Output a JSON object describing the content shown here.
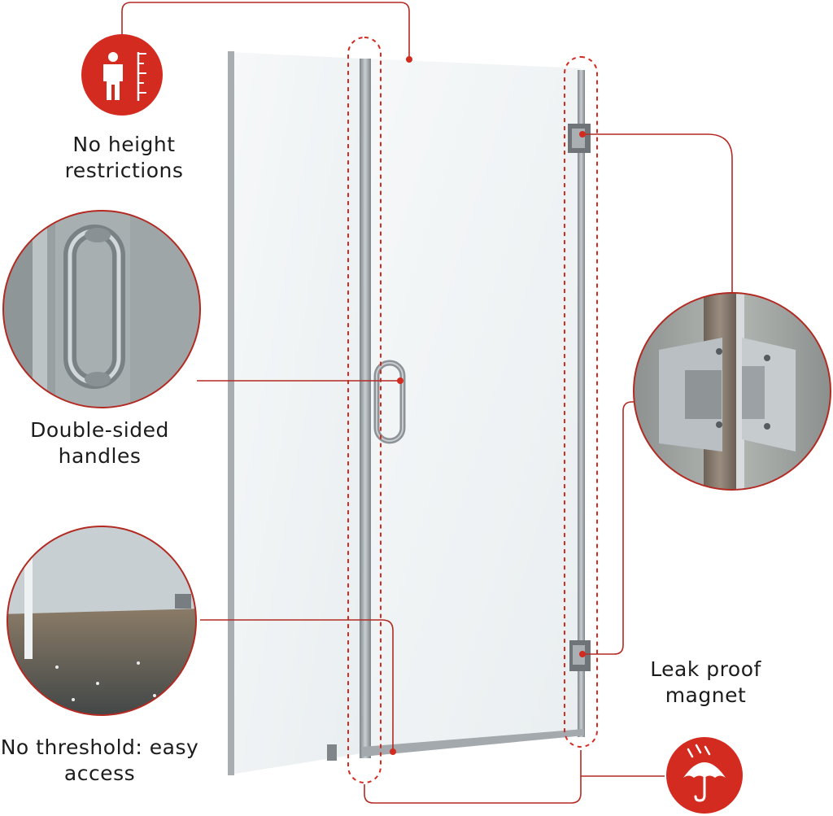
{
  "features": {
    "height": {
      "line1": "No height",
      "line2": "restrictions",
      "icon": "person-height-icon"
    },
    "handles": {
      "line1": "Double-sided",
      "line2": "handles"
    },
    "threshold": {
      "line1": "No threshold: easy",
      "line2": "access"
    },
    "magnet": {
      "line1": "Leak proof",
      "line2": "magnet"
    },
    "waterproof": {
      "icon": "umbrella-rain-icon"
    }
  },
  "colors": {
    "accent": "#d42b20",
    "frame": "#9aa0a3",
    "glass": "#eef3f4"
  }
}
